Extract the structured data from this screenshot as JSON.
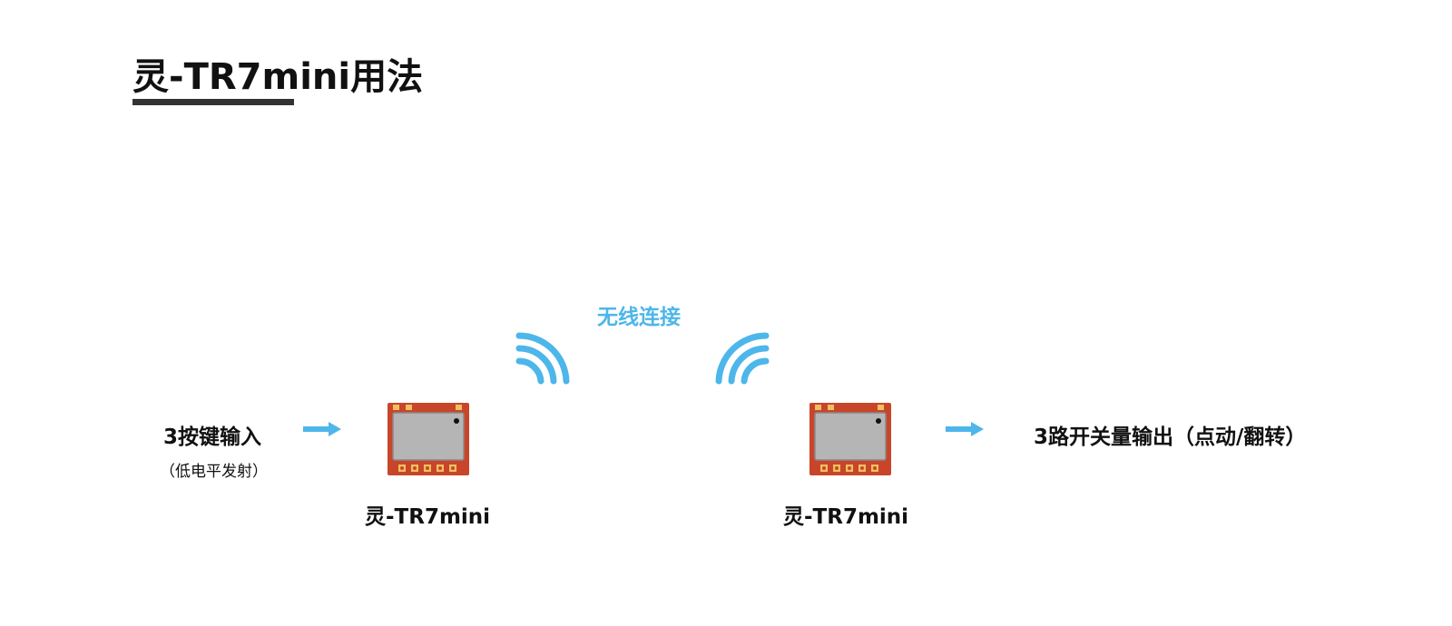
{
  "title": "灵-TR7mini用法",
  "input": {
    "label": "3按键输入",
    "sublabel": "（低电平发射）"
  },
  "wireless": {
    "label": "无线连接"
  },
  "modules": [
    {
      "label": "灵-TR7mini"
    },
    {
      "label": "灵-TR7mini"
    }
  ],
  "output": {
    "label": "3路开关量输出（点动/翻转）"
  },
  "colors": {
    "accent": "#4db6ea",
    "chip_body": "#c8452a",
    "chip_shield": "#b5b5b5",
    "title_underline": "#333333"
  },
  "icons": {
    "arrow": "right-arrow-icon",
    "signal_left": "wireless-signal-icon",
    "signal_right": "wireless-signal-icon",
    "chip": "rf-module-chip-icon"
  }
}
